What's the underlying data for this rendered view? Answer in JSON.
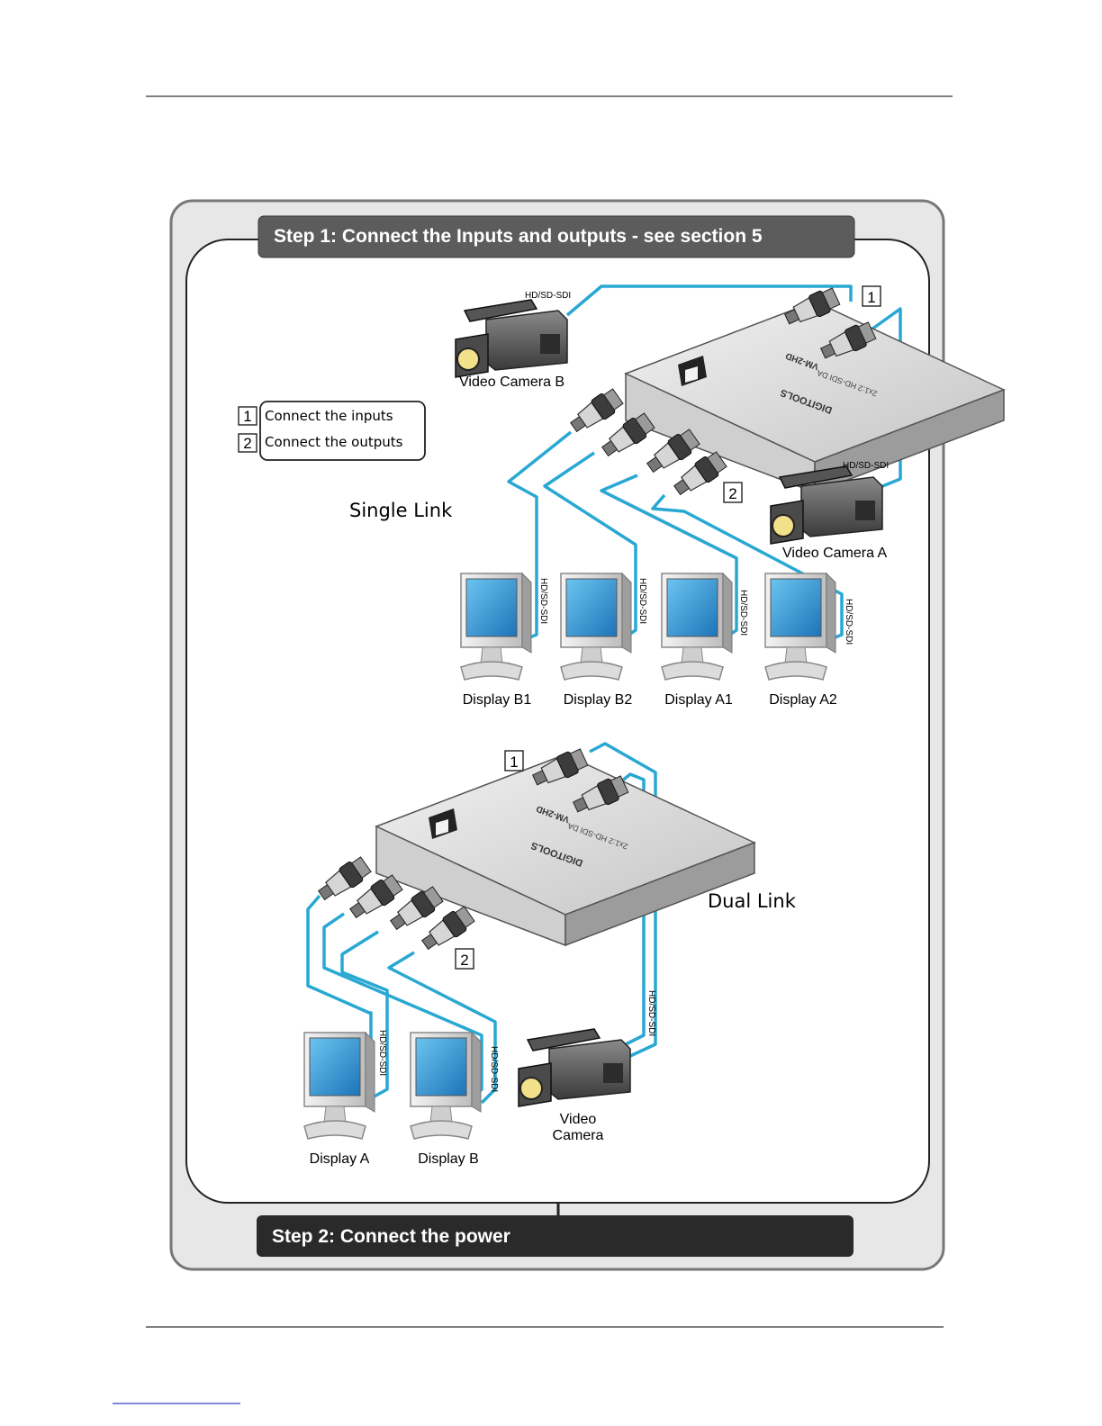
{
  "step1": {
    "title": "Step 1: Connect the Inputs and outputs - see section 5"
  },
  "step2": {
    "title": "Step 2: Connect the power"
  },
  "legend": {
    "item1_num": "1",
    "item1_text": "Connect the inputs",
    "item2_num": "2",
    "item2_text": "Connect the outputs"
  },
  "single": {
    "mode_label": "Single Link",
    "camera_b": "Video Camera B",
    "camera_a": "Video Camera A",
    "cable_label": "HD/SD-SDI",
    "input_marker": "1",
    "output_marker": "2",
    "displays": [
      "Display B1",
      "Display B2",
      "Display A1",
      "Display A2"
    ]
  },
  "dual": {
    "mode_label": "Dual Link",
    "camera_line1": "Video",
    "camera_line2": "Camera",
    "cable_label": "HD/SD-SDI",
    "input_marker": "1",
    "output_marker": "2",
    "displays": [
      "Display A",
      "Display B"
    ]
  },
  "device": {
    "model": "VM-2HD",
    "brand": "DIGITOOLS",
    "subtitle": "2x1:2 HD-SDI DA"
  },
  "colors": {
    "cable": "#29a8d3",
    "banner": "#5c5c5c",
    "banner_dark": "#2a2a2a",
    "panel": "#e6e6e6",
    "screen": "#3e9fd8"
  }
}
